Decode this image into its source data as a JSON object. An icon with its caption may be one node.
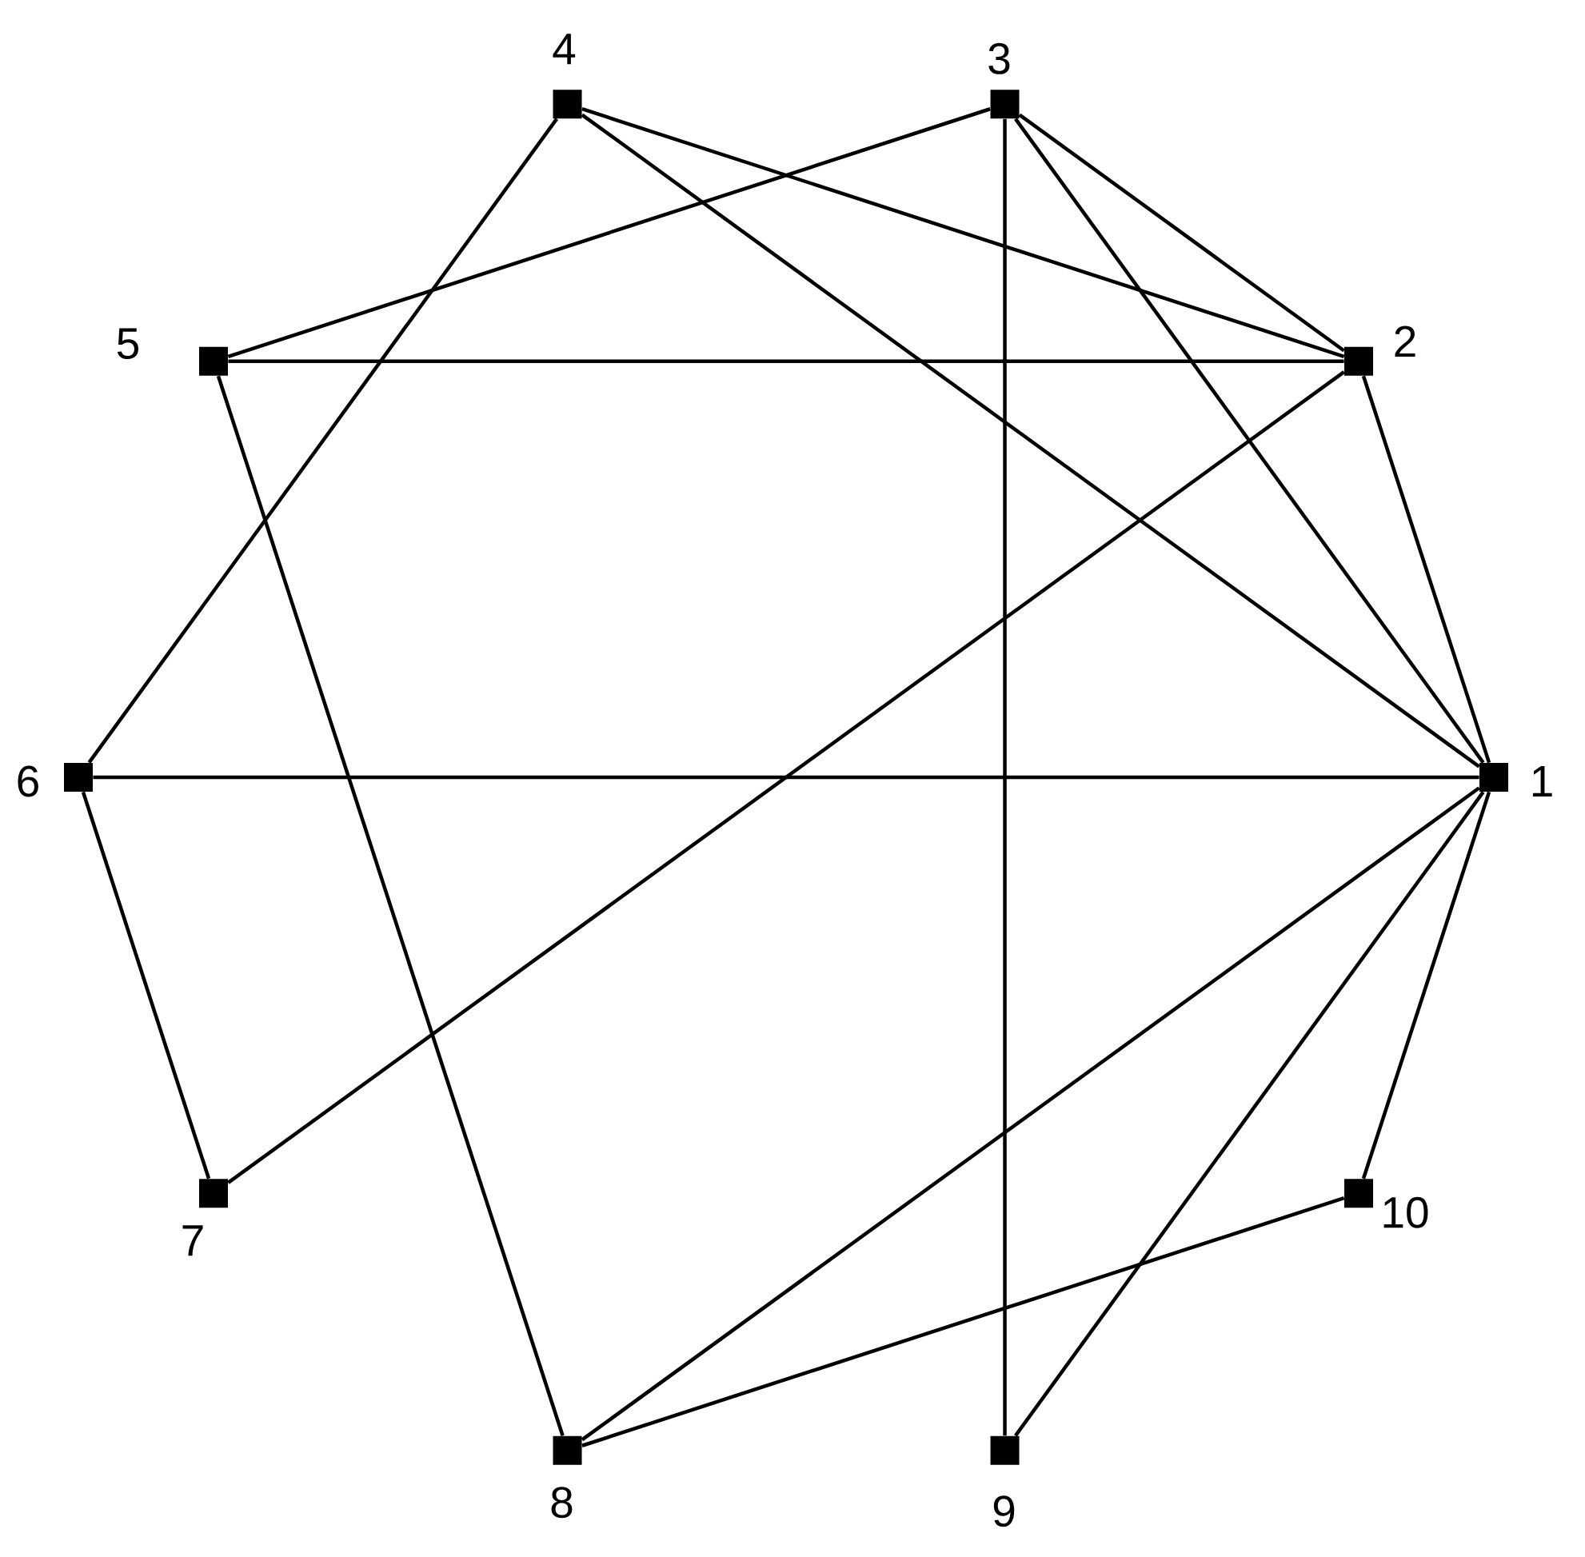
{
  "diagram": {
    "nodes": [
      {
        "text": [],
        "shape": "box",
        "beside": [
          "1"
        ]
      },
      {
        "text": [],
        "shape": "box",
        "beside": [
          "2"
        ]
      },
      {
        "text": [],
        "shape": "box",
        "beside": [
          "3"
        ]
      },
      {
        "text": [],
        "shape": "box",
        "beside": [
          "4"
        ]
      },
      {
        "text": [],
        "shape": "box",
        "beside": [
          "5"
        ]
      },
      {
        "text": [],
        "shape": "box",
        "beside": [
          "6"
        ]
      },
      {
        "text": [],
        "shape": "box",
        "beside": [
          "7"
        ]
      },
      {
        "text": [],
        "shape": "box",
        "beside": [
          "8"
        ]
      },
      {
        "text": [],
        "shape": "box",
        "beside": [
          "9"
        ]
      },
      {
        "text": [],
        "shape": "box",
        "beside": [
          "10"
        ]
      }
    ],
    "edges": [
      {
        "from": 0,
        "to": 1,
        "arrow": "none"
      },
      {
        "from": 0,
        "to": 2,
        "arrow": "none"
      },
      {
        "from": 0,
        "to": 3,
        "arrow": "none"
      },
      {
        "from": 0,
        "to": 5,
        "arrow": "none"
      },
      {
        "from": 0,
        "to": 7,
        "arrow": "none"
      },
      {
        "from": 0,
        "to": 8,
        "arrow": "none"
      },
      {
        "from": 0,
        "to": 9,
        "arrow": "none"
      },
      {
        "from": 1,
        "to": 2,
        "arrow": "none"
      },
      {
        "from": 1,
        "to": 3,
        "arrow": "none"
      },
      {
        "from": 1,
        "to": 4,
        "arrow": "none"
      },
      {
        "from": 1,
        "to": 6,
        "arrow": "none"
      },
      {
        "from": 2,
        "to": 4,
        "arrow": "none"
      },
      {
        "from": 2,
        "to": 8,
        "arrow": "none"
      },
      {
        "from": 3,
        "to": 5,
        "arrow": "none"
      },
      {
        "from": 4,
        "to": 7,
        "arrow": "none"
      },
      {
        "from": 5,
        "to": 6,
        "arrow": "none"
      },
      {
        "from": 7,
        "to": 9,
        "arrow": "none"
      }
    ]
  }
}
